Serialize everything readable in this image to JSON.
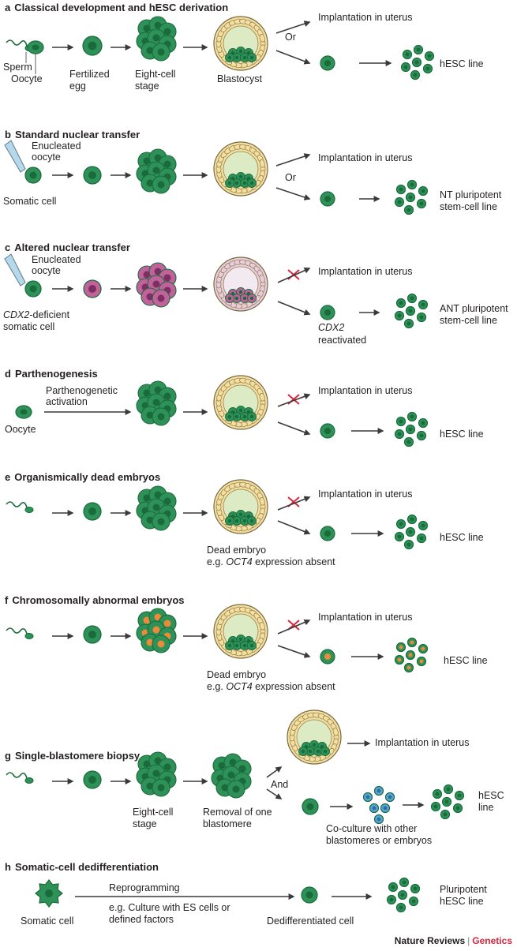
{
  "colors": {
    "green_dark": "#1a6b3c",
    "green_mid": "#2e9158",
    "blastocyst_fill": "#dcebc3",
    "trophoblast_fill": "#f4dfa2",
    "pink_cell": "#c0639b",
    "orange_dot": "#e98b3a",
    "blue_cell": "#5aa7dd",
    "red_cross": "#d7263d",
    "arrow": "#3a3a3a"
  },
  "panels": {
    "a": {
      "letter": "a",
      "title": "Classical development and hESC derivation",
      "labels": {
        "sperm": "Sperm",
        "oocyte": "Oocyte",
        "fertilized": "Fertilized egg",
        "eight_cell": "Eight-cell stage",
        "blastocyst": "Blastocyst",
        "or": "Or",
        "implant": "Implantation in uterus",
        "line": "hESC line"
      }
    },
    "b": {
      "letter": "b",
      "title": "Standard nuclear transfer",
      "labels": {
        "enucleated": "Enucleated oocyte",
        "somatic": "Somatic cell",
        "or": "Or",
        "implant": "Implantation in uterus",
        "line": "NT pluripotent stem-cell line"
      }
    },
    "c": {
      "letter": "c",
      "title": "Altered nuclear transfer",
      "labels": {
        "enucleated": "Enucleated oocyte",
        "cdx2_italic": "CDX2",
        "deficient": "-deficient",
        "somatic_cell": "somatic cell",
        "implant": "Implantation in uterus",
        "cdx2_react_italic": "CDX2",
        "reactivated": "reactivated",
        "line": "ANT pluripotent stem-cell line"
      }
    },
    "d": {
      "letter": "d",
      "title": "Parthenogenesis",
      "labels": {
        "activation": "Parthenogenetic activation",
        "oocyte": "Oocyte",
        "implant": "Implantation in uterus",
        "line": "hESC line"
      }
    },
    "e": {
      "letter": "e",
      "title": "Organismically dead embryos",
      "labels": {
        "dead": "Dead embryo",
        "eg": "e.g.",
        "oct4": "OCT4",
        "absent": "expression absent",
        "implant": "Implantation in uterus",
        "line": "hESC line"
      }
    },
    "f": {
      "letter": "f",
      "title": "Chromosomally abnormal embryos",
      "labels": {
        "dead": "Dead embryo",
        "eg": "e.g.",
        "oct4": "OCT4",
        "absent": "expression absent",
        "implant": "Implantation in uterus",
        "line": "hESC line"
      }
    },
    "g": {
      "letter": "g",
      "title": "Single-blastomere biopsy",
      "labels": {
        "eight_cell": "Eight-cell stage",
        "removal": "Removal of one blastomere",
        "and": "And",
        "implant": "Implantation in uterus",
        "coculture": "Co-culture with other blastomeres or embryos",
        "line": "hESC line"
      }
    },
    "h": {
      "letter": "h",
      "title": "Somatic-cell dedifferentiation",
      "labels": {
        "reprogramming": "Reprogramming",
        "culture": "e.g. Culture with ES cells or defined factors",
        "somatic": "Somatic cell",
        "dediff": "Dedifferentiated cell",
        "line": "Pluripotent hESC line"
      }
    }
  },
  "footer": {
    "journal": "Nature Reviews",
    "separator": "|",
    "section": "Genetics"
  }
}
